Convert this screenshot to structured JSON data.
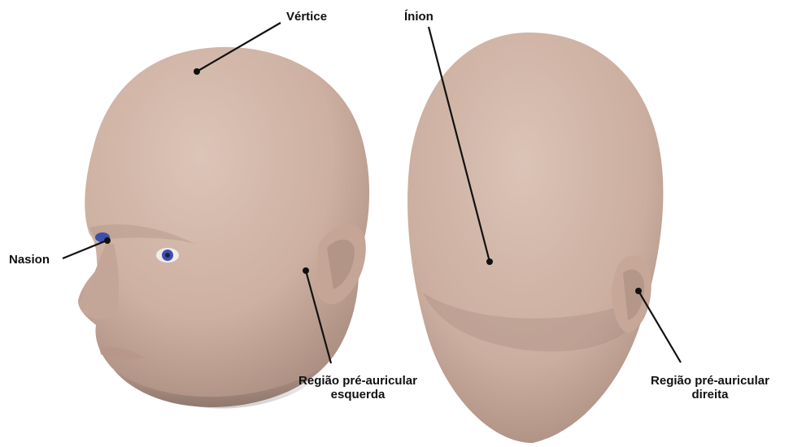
{
  "labels": {
    "vertex": "Vértice",
    "inion": "Ínion",
    "nasion": "Nasion",
    "left_preauricular_line1": "Região pré-auricular",
    "left_preauricular_line2": "esquerda",
    "right_preauricular_line1": "Região pré-auricular",
    "right_preauricular_line2": "direita"
  },
  "colors": {
    "skin": "#cdb0a1",
    "skin_shadow": "#a98c7f",
    "skin_highlight": "#dcc4b7",
    "leader_line": "#111111",
    "eye_blue": "#3d4fae"
  }
}
